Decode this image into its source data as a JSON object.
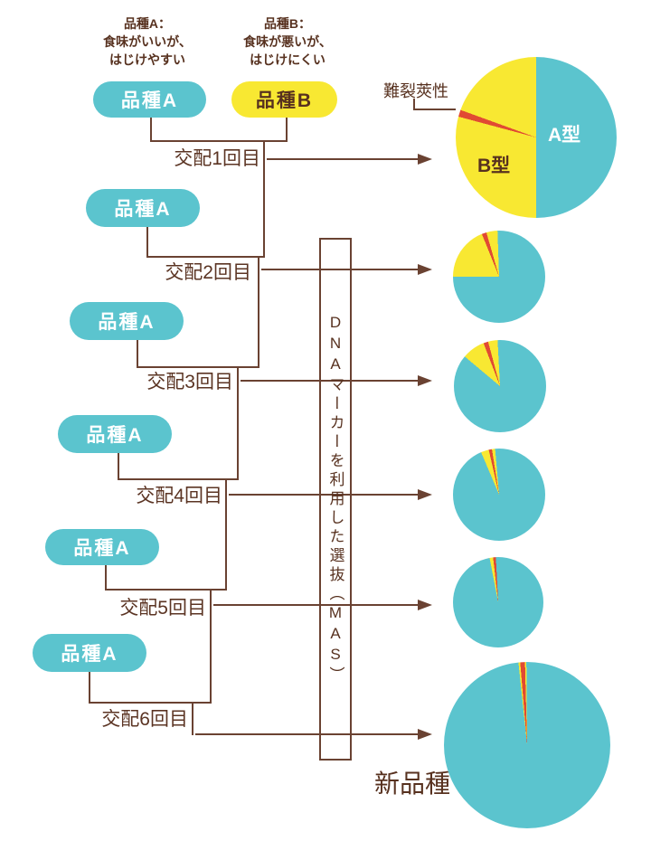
{
  "colors": {
    "teal": "#5bc4ce",
    "yellow": "#f8e832",
    "red": "#e14a33",
    "line_brown": "#6a4232",
    "text_brown": "#57311f",
    "white": "#ffffff"
  },
  "notes": {
    "a": [
      "品種A：",
      "食味がいいが、",
      "はじけやすい"
    ],
    "b": [
      "品種B：",
      "食味が悪いが、",
      "はじけにくい"
    ]
  },
  "pills": {
    "a": "品種A",
    "b": "品種B"
  },
  "stages": [
    {
      "label": "交配1回目"
    },
    {
      "label": "交配2回目"
    },
    {
      "label": "交配3回目"
    },
    {
      "label": "交配4回目"
    },
    {
      "label": "交配5回目"
    },
    {
      "label": "交配6回目"
    }
  ],
  "mas": {
    "label": "DNAマーカーを利用した選抜（MAS）",
    "display": "DNAマーカーを利用した選抜︵MAS︶"
  },
  "pie1_labels": {
    "a": "A型",
    "b": "B型"
  },
  "callout": "難裂莢性",
  "new_variety": "新品種",
  "chart_data": [
    {
      "type": "pie",
      "stage": "交配1回目",
      "segments": [
        {
          "color": "teal",
          "label": "A型",
          "from": 0,
          "to": 180
        },
        {
          "color": "yellow",
          "label": "B型",
          "from": 180,
          "to": 285
        },
        {
          "color": "red",
          "label": "難裂莢性",
          "from": 285,
          "to": 290
        },
        {
          "color": "yellow",
          "label": "B型",
          "from": 290,
          "to": 360
        }
      ],
      "approx_percent": {
        "A型": 50,
        "B型": 48.6,
        "難裂莢性": 1.4
      }
    },
    {
      "type": "pie",
      "stage": "交配2回目",
      "segments": [
        {
          "color": "teal",
          "label": "A型",
          "from": 0,
          "to": 270
        },
        {
          "color": "yellow",
          "label": "B型",
          "from": 270,
          "to": 338
        },
        {
          "color": "red",
          "label": "難裂莢性",
          "from": 338,
          "to": 344
        },
        {
          "color": "yellow",
          "label": "B型",
          "from": 344,
          "to": 358
        },
        {
          "color": "teal",
          "label": "A型",
          "from": 358,
          "to": 360
        }
      ],
      "approx_percent": {
        "A型": 75.6,
        "B型": 22.7,
        "難裂莢性": 1.7
      }
    },
    {
      "type": "pie",
      "stage": "交配3回目",
      "segments": [
        {
          "color": "teal",
          "label": "A型",
          "from": 0,
          "to": 310
        },
        {
          "color": "yellow",
          "label": "B型",
          "from": 310,
          "to": 339
        },
        {
          "color": "red",
          "label": "難裂莢性",
          "from": 339,
          "to": 345
        },
        {
          "color": "yellow",
          "label": "B型",
          "from": 345,
          "to": 357
        },
        {
          "color": "teal",
          "label": "A型",
          "from": 357,
          "to": 360
        }
      ],
      "approx_percent": {
        "A型": 86.9,
        "B型": 11.4,
        "難裂莢性": 1.7
      }
    },
    {
      "type": "pie",
      "stage": "交配4回目",
      "segments": [
        {
          "color": "teal",
          "label": "A型",
          "from": 0,
          "to": 337
        },
        {
          "color": "yellow",
          "label": "B型",
          "from": 337,
          "to": 347
        },
        {
          "color": "red",
          "label": "難裂莢性",
          "from": 347,
          "to": 351
        },
        {
          "color": "yellow",
          "label": "B型",
          "from": 351,
          "to": 355
        },
        {
          "color": "teal",
          "label": "A型",
          "from": 355,
          "to": 360
        }
      ],
      "approx_percent": {
        "A型": 95.0,
        "B型": 3.9,
        "難裂莢性": 1.1
      }
    },
    {
      "type": "pie",
      "stage": "交配5回目",
      "segments": [
        {
          "color": "teal",
          "label": "A型",
          "from": 0,
          "to": 349
        },
        {
          "color": "yellow",
          "label": "B型",
          "from": 349,
          "to": 353.5
        },
        {
          "color": "red",
          "label": "難裂莢性",
          "from": 353.5,
          "to": 357
        },
        {
          "color": "teal",
          "label": "A型",
          "from": 357,
          "to": 360
        }
      ],
      "approx_percent": {
        "A型": 97.8,
        "B型": 1.2,
        "難裂莢性": 1.0
      }
    },
    {
      "type": "pie",
      "stage": "交配6回目",
      "segments": [
        {
          "color": "teal",
          "label": "A型",
          "from": 0,
          "to": 354
        },
        {
          "color": "yellow",
          "label": "B型",
          "from": 354,
          "to": 355.2
        },
        {
          "color": "red",
          "label": "難裂莢性",
          "from": 355.2,
          "to": 358.5
        },
        {
          "color": "yellow",
          "label": "B型",
          "from": 358.5,
          "to": 359.5
        },
        {
          "color": "teal",
          "label": "A型",
          "from": 359.5,
          "to": 360
        }
      ],
      "approx_percent": {
        "A型": 98.5,
        "B型": 0.6,
        "難裂莢性": 0.9
      }
    }
  ]
}
